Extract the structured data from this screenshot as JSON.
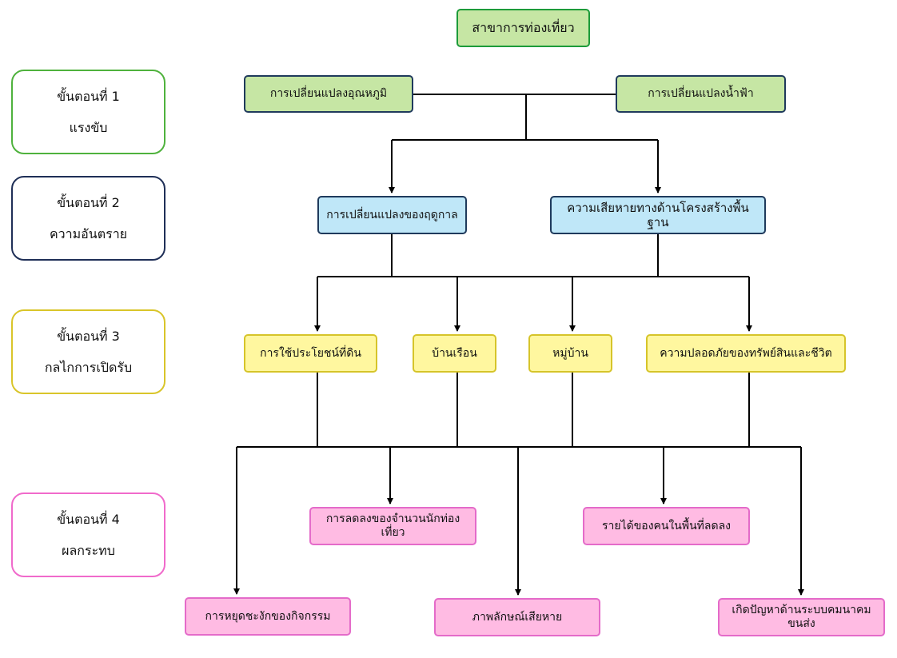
{
  "title": "สาขาการท่องเที่ยว",
  "steps": [
    {
      "heading": "ขั้นตอนที่ 1",
      "label": "แรงขับ",
      "color": "#4fb23d"
    },
    {
      "heading": "ขั้นตอนที่ 2",
      "label": "ความอันตราย",
      "color": "#1f2f57"
    },
    {
      "heading": "ขั้นตอนที่ 3",
      "label": "กลไกการเปิดรับ",
      "color": "#d9c52a"
    },
    {
      "heading": "ขั้นตอนที่ 4",
      "label": "ผลกระทบ",
      "color": "#f06acb"
    }
  ],
  "drivers": {
    "temperature": "การเปลี่ยนแปลงอุณหภูมิ",
    "rainfall": "การเปลี่ยนแปลงน้ำฟ้า"
  },
  "hazards": {
    "seasons": "การเปลี่ยนแปลงของฤดูกาล",
    "infrastructure": "ความเสียหายทางด้านโครงสร้างพื้นฐาน"
  },
  "exposure": {
    "land_use": "การใช้ประโยชน์ที่ดิน",
    "houses": "บ้านเรือน",
    "villages": "หมู่บ้าน",
    "safety": "ความปลอดภัยของทรัพย์สินและชีวิต"
  },
  "impacts": {
    "fewer_tourists": "การลดลงของจำนวนนักท่องเที่ยว",
    "income_decline": "รายได้ของคนในพื้นที่ลดลง",
    "activity_halt": "การหยุดชะงักของกิจกรรม",
    "image_damage": "ภาพลักษณ์เสียหาย",
    "transport_problems": "เกิดปัญหาด้านระบบคมนาคมขนส่ง"
  }
}
